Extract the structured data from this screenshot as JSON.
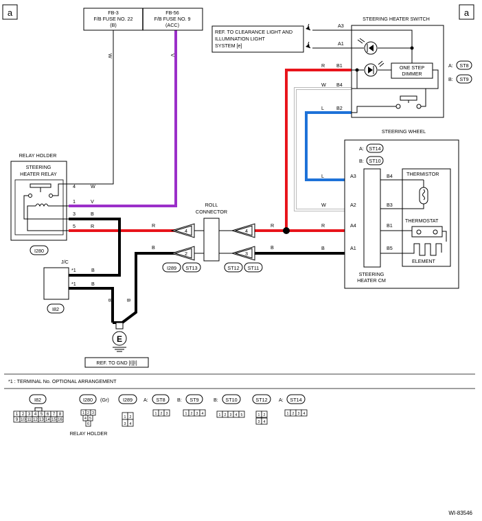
{
  "colors": {
    "wire_red": "#e8141b",
    "wire_violet": "#9b2fc9",
    "wire_blue": "#1e72d8",
    "wire_white_line": "#b8b8b8",
    "wire_black": "#000000"
  },
  "page_refs": {
    "left": "a",
    "right": "a"
  },
  "fuse_box": {
    "left": {
      "line1": "FB-3",
      "line2": "F/B FUSE NO. 22",
      "line3": "(B)"
    },
    "right": {
      "line1": "FB-56",
      "line2": "F/B FUSE NO. 9",
      "line3": "(ACC)"
    }
  },
  "clearance_ref": {
    "line1": "REF. TO CLEARANCE LIGHT AND",
    "line2": "ILLUMINATION LIGHT",
    "line3": "SYSTEM [e]"
  },
  "steering_heater_switch": {
    "title": "STEERING HEATER SWITCH",
    "dimmer_line1": "ONE STEP",
    "dimmer_line2": "DIMMER",
    "conn_a_prefix": "A:",
    "conn_a": "ST8",
    "conn_b_prefix": "B:",
    "conn_b": "ST9",
    "pins": [
      "A3",
      "A1",
      "B1",
      "B4",
      "B2"
    ]
  },
  "switch_wires": {
    "a3": "",
    "a1": "",
    "r": "R",
    "w": "W",
    "l": "L"
  },
  "steering_wheel": {
    "title": "STEERING WHEEL",
    "conn_a_prefix": "A:",
    "conn_a": "ST14",
    "conn_b_prefix": "B:",
    "conn_b": "ST10",
    "cm_line1": "STEERING",
    "cm_line2": "HEATER CM",
    "left_pins": [
      "A3",
      "A2",
      "A4",
      "A1"
    ],
    "right_pins": [
      "B4",
      "B3",
      "B1",
      "B5"
    ],
    "thermistor": "THERMISTOR",
    "thermostat": "THERMOSTAT",
    "element": "ELEMENT"
  },
  "wheel_wires": {
    "l": "L",
    "w": "W",
    "r": "R",
    "b": "B"
  },
  "relay_holder": {
    "title": "RELAY HOLDER",
    "relay_line1": "STEERING",
    "relay_line2": "HEATER RELAY",
    "pins": [
      "4",
      "1",
      "3",
      "5"
    ],
    "wire_colors": [
      "W",
      "V",
      "B",
      "R"
    ],
    "conn_id": "I280"
  },
  "fuse_wires": {
    "w": "W",
    "v": "V"
  },
  "roll_connector": {
    "line1": "ROLL",
    "line2": "CONNECTOR",
    "left_pins": [
      "4",
      "2"
    ],
    "right_pins": [
      "4",
      "3"
    ],
    "left_wires": [
      "R",
      "B"
    ],
    "right_wires": [
      "R",
      "B"
    ],
    "left_ids": [
      "I289",
      "ST13"
    ],
    "right_ids": [
      "ST12",
      "ST11"
    ]
  },
  "jc": {
    "label": "J/C",
    "pin_marks": [
      "*1",
      "*1"
    ],
    "wires": [
      "B",
      "B"
    ],
    "conn_id": "I82"
  },
  "ground": {
    "symbol": "E",
    "wires": [
      "B",
      "B"
    ],
    "ref": "REF. TO GND [I][I]"
  },
  "footnote": "*1  : TERMINAL No. OPTIONAL ARRANGEMENT",
  "connectors": {
    "i82": {
      "id": "I82",
      "row1": [
        "1",
        "2",
        "3",
        "4",
        "5",
        "6",
        "7",
        "8"
      ],
      "row2": [
        "9",
        "10",
        "11",
        "12",
        "13",
        "14",
        "15",
        "16"
      ]
    },
    "i280": {
      "id": "I280",
      "suffix": "(Gr)",
      "row1": [
        "1",
        "2",
        "3"
      ],
      "row2": [
        "4",
        "5"
      ],
      "row3": [
        "6"
      ],
      "caption": "RELAY HOLDER"
    },
    "i289": {
      "id": "I289",
      "row1": [
        "1",
        "2"
      ],
      "row2": [
        "3",
        "4"
      ]
    },
    "st8": {
      "prefix": "A:",
      "id": "ST8",
      "pins": [
        "1",
        "2",
        "3"
      ]
    },
    "st9": {
      "prefix": "B:",
      "id": "ST9",
      "pins": [
        "1",
        "2",
        "3",
        "4"
      ]
    },
    "st10": {
      "prefix": "B:",
      "id": "ST10",
      "pins": [
        "1",
        "2",
        "3",
        "4",
        "5"
      ]
    },
    "st12": {
      "id": "ST12",
      "row1": [
        "1",
        "2"
      ],
      "row2": [
        "3",
        "4"
      ]
    },
    "st14": {
      "prefix": "A:",
      "id": "ST14",
      "pins": [
        "1",
        "2",
        "3",
        "4"
      ]
    }
  },
  "doc_id": "WI-83546"
}
